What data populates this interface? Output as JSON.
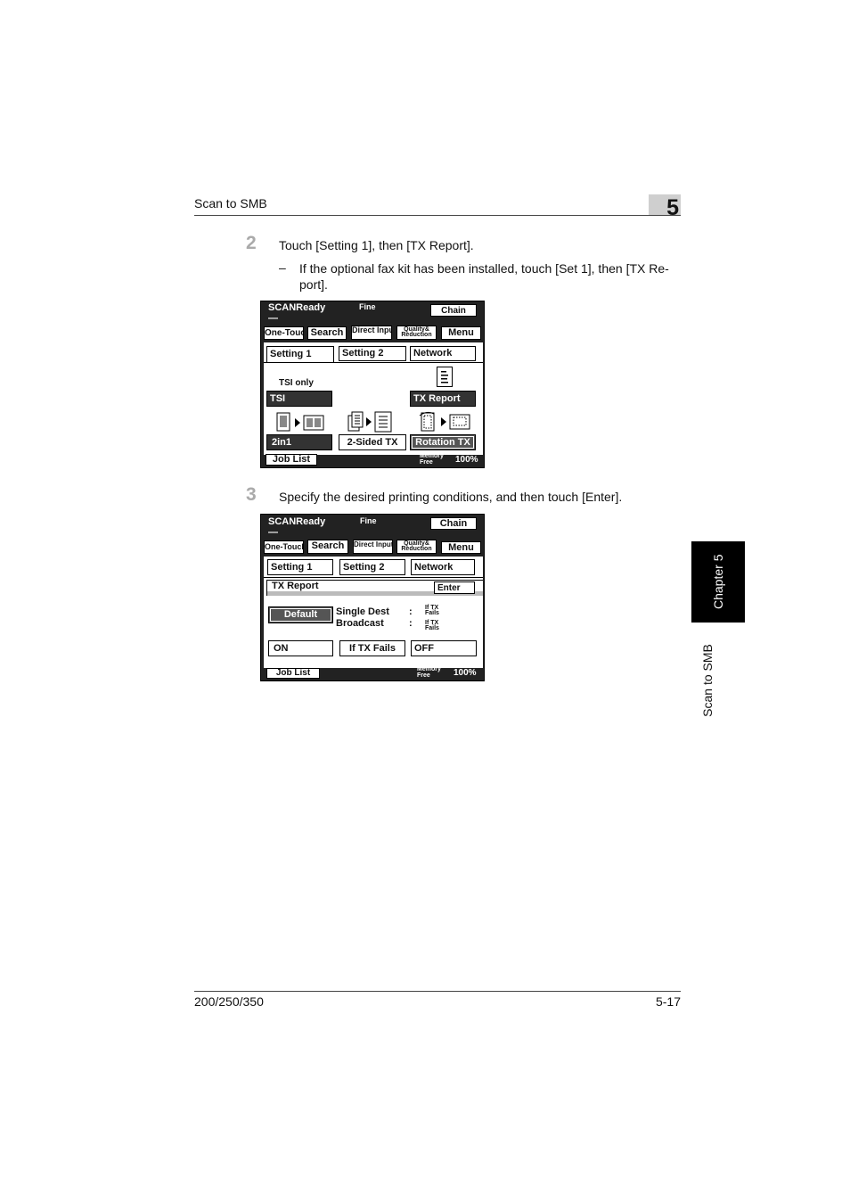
{
  "header": {
    "title": "Scan to SMB",
    "chapter_number": "5"
  },
  "steps": [
    {
      "number": "2",
      "text": "Touch [Setting 1], then [TX Report].",
      "sub": {
        "dash": "–",
        "lines": [
          "If the optional fax kit has been installed, touch [Set 1], then [TX Re-",
          "port]."
        ]
      }
    },
    {
      "number": "3",
      "text": "Specify the desired printing conditions, and then touch [Enter]."
    }
  ],
  "screen1": {
    "status": "SCANReady",
    "status_dash": "—",
    "quality": "Fine",
    "chain": "Chain",
    "tabs_top": [
      "One-Touch",
      "Search",
      "Direct Input",
      "Quality& Reduction",
      "Menu"
    ],
    "tabs_setting": [
      "Setting 1",
      "Setting 2",
      "Network"
    ],
    "tsi_caption": "TSI only",
    "tsi": "TSI",
    "tx_report": "TX Report",
    "btn_2in1": "2in1",
    "btn_2sided": "2-Sided TX",
    "btn_rotation": "Rotation TX",
    "job_list": "Job List",
    "memory": "Memory",
    "free": "Free",
    "percent": "100%"
  },
  "screen2": {
    "status": "SCANReady",
    "status_dash": "—",
    "quality": "Fine",
    "chain": "Chain",
    "tabs_top": [
      "One-Touch",
      "Search",
      "Direct Input",
      "Quality& Reduction",
      "Menu"
    ],
    "tabs_setting": [
      "Setting 1",
      "Setting 2",
      "Network"
    ],
    "panel_title": "TX Report",
    "enter": "Enter",
    "default": "Default",
    "single_dest": "Single Dest",
    "broadcast": "Broadcast",
    "colon": ":",
    "if_tx_fails_small": "If TX Fails",
    "btn_on": "ON",
    "btn_if_tx_fails": "If TX Fails",
    "btn_off": "OFF",
    "job_list": "Job List",
    "memory": "Memory",
    "free": "Free",
    "percent": "100%"
  },
  "side": {
    "chapter_tab": "Chapter 5",
    "section_tab": "Scan to SMB"
  },
  "footer": {
    "model": "200/250/350",
    "page": "5-17"
  }
}
